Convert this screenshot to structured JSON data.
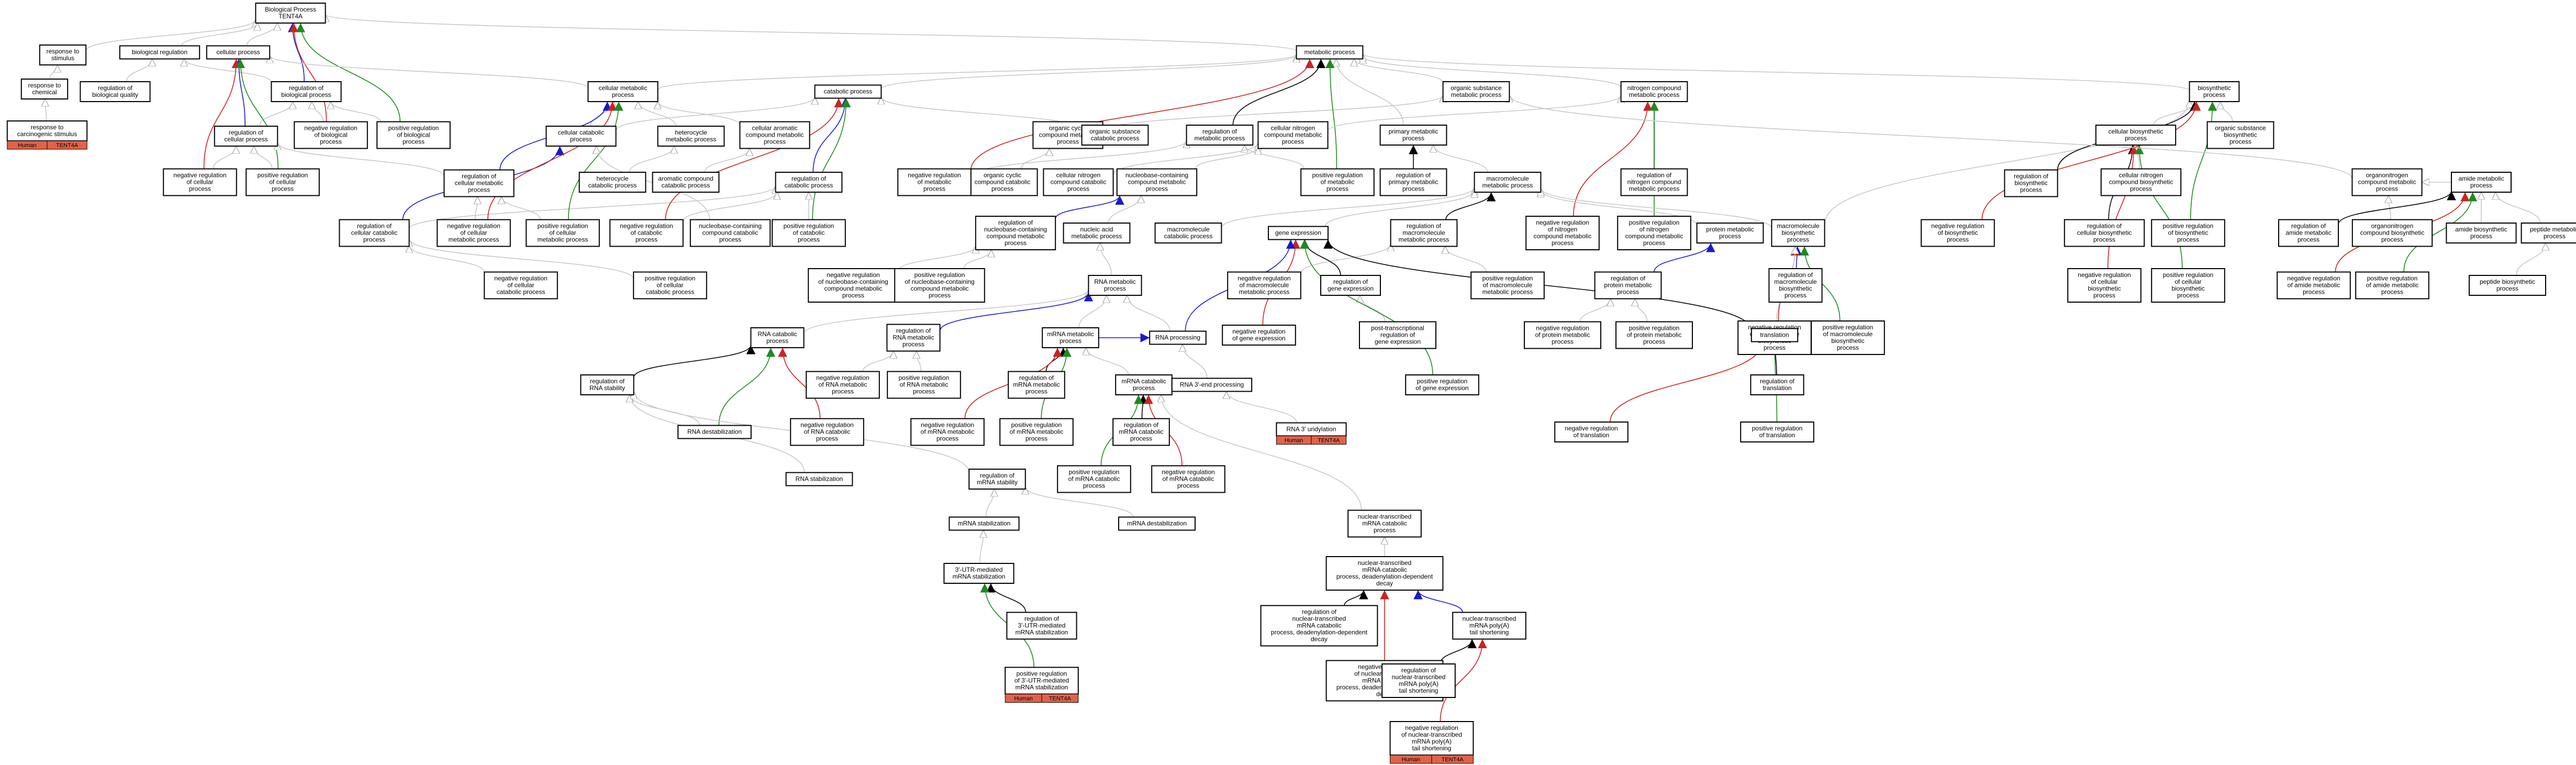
{
  "colors": {
    "is_a": "#c8c8c8",
    "part_of": "#000000",
    "positively_regulates": "#1f8a1f",
    "negatively_regulates": "#cc2222",
    "regulates": "#1a1acc",
    "species_tag": "#e2624a"
  },
  "tags": [
    "Human",
    "TENT4A"
  ],
  "nodes": {
    "bp": "Biological Process\nTENT4A",
    "resp_stim": "response to\nstimulus",
    "bio_reg": "biological regulation",
    "cell_proc": "cellular process",
    "resp_chem": "response to\nchemical",
    "reg_bio_qual": "regulation of\nbiological quality",
    "reg_cell_proc": "regulation of\ncellular process",
    "reg_bio_proc": "regulation of\nbiological process",
    "neg_reg_bio_proc": "negative regulation\nof biological\nprocess",
    "pos_reg_bio_proc": "positive regulation\nof biological\nprocess",
    "resp_carc": "response to\ncarcinogenic stimulus",
    "neg_reg_cell_proc": "negative regulation\nof cellular\nprocess",
    "pos_reg_cell_proc": "positive regulation\nof cellular\nprocess",
    "cell_met": "cellular metabolic\nprocess",
    "catab": "catabolic process",
    "cell_catab": "cellular catabolic\nprocess",
    "hetero_met": "heterocycle\nmetabolic process",
    "arom_met": "cellular aromatic\ncompound metabolic\nprocess",
    "reg_cell_met": "regulation of\ncellular metabolic\nprocess",
    "hetero_catab": "heterocycle\ncatabolic process",
    "arom_catab": "aromatic compound\ncatabolic process",
    "reg_catab": "regulation of\ncatabolic process",
    "reg_cell_catab": "regulation of\ncellular catabolic\nprocess",
    "neg_reg_cell_met": "negative regulation\nof cellular\nmetabolic process",
    "pos_reg_cell_met": "positive regulation\nof cellular\nmetabolic process",
    "neg_reg_catab": "negative regulation\nof catabolic\nprocess",
    "nuc_catab": "nucleobase-containing\ncompound catabolic\nprocess",
    "pos_reg_catab": "positive regulation\nof catabolic\nprocess",
    "neg_reg_cell_catab": "negative regulation\nof cellular\ncatabolic process",
    "pos_reg_cell_catab": "positive regulation\nof cellular\ncatabolic process",
    "met": "metabolic process",
    "org_cyc_met": "organic cyclic\ncompound metabolic\nprocess",
    "org_sub_catab": "organic substance\ncatabolic process",
    "org_cyc_catab": "organic cyclic\ncompound catabolic\nprocess",
    "neg_reg_met": "negative regulation\nof metabolic\nprocess",
    "cell_n_catab": "cellular nitrogen\ncompound catabolic\nprocess",
    "reg_met": "regulation of\nmetabolic process",
    "cell_n_met": "cellular nitrogen\ncompound metabolic\nprocess",
    "nuc_met": "nucleobase-containing\ncompound metabolic\nprocess",
    "reg_nuc_met": "regulation of\nnucleobase-containing\ncompound metabolic\nprocess",
    "na_met": "nucleic acid\nmetabolic process",
    "neg_reg_nuc_met": "negative regulation\nof nucleobase-containing\ncompound metabolic\nprocess",
    "pos_reg_nuc_met": "positive regulation\nof nucleobase-containing\ncompound metabolic\nprocess",
    "org_sub_met": "organic substance\nmetabolic process",
    "prim_met": "primary metabolic\nprocess",
    "pos_reg_met": "positive regulation\nof metabolic\nprocess",
    "reg_prim_met": "regulation of\nprimary metabolic\nprocess",
    "macro_met": "macromolecule\nmetabolic process",
    "macro_catab": "macromolecule\ncatabolic process",
    "reg_macro_met": "regulation of\nmacromolecule\nmetabolic process",
    "gene_expr": "gene expression",
    "neg_reg_macro_met": "negative regulation\nof macromolecule\nmetabolic process",
    "reg_gene_expr": "regulation of\ngene expression",
    "pos_reg_macro_met": "positive regulation\nof macromolecule\nmetabolic process",
    "n_met": "nitrogen compound\nmetabolic process",
    "reg_n_met": "regulation of\nnitrogen compound\nmetabolic process",
    "neg_reg_n_met": "negative regulation\nof nitrogen\ncompound metabolic\nprocess",
    "pos_reg_n_met": "positive regulation\nof nitrogen\ncompound metabolic\nprocess",
    "reg_prot_met": "regulation of\nprotein metabolic\nprocess",
    "neg_reg_prot_met": "negative regulation\nof protein metabolic\nprocess",
    "pos_reg_prot_met": "positive regulation\nof protein metabolic\nprocess",
    "prot_met": "protein metabolic\nprocess",
    "macro_bios": "macromolecule\nbiosynthetic\nprocess",
    "reg_macro_bios": "regulation of\nmacromolecule\nbiosynthetic\nprocess",
    "neg_reg_macro_bios": "negative regulation\nof macromolecule\nbiosynthetic\nprocess",
    "pos_reg_macro_bios": "positive regulation\nof macromolecule\nbiosynthetic\nprocess",
    "translation": "translation",
    "reg_translation": "regulation of\ntranslation",
    "neg_reg_translation": "negative regulation\nof translation",
    "pos_reg_translation": "positive regulation\nof translation",
    "post_tx_reg": "post-transcriptional\nregulation of\ngene expression",
    "neg_reg_gene_expr": "negative regulation\nof gene expression",
    "pos_reg_gene_expr": "positive regulation\nof gene expression",
    "bios": "biosynthetic\nprocess",
    "cell_bios": "cellular biosynthetic\nprocess",
    "org_sub_bios": "organic substance\nbiosynthetic\nprocess",
    "reg_bios": "regulation of\nbiosynthetic\nprocess",
    "cell_n_bios": "cellular nitrogen\ncompound biosynthetic\nprocess",
    "orgN_met": "organonitrogen\ncompound metabolic\nprocess",
    "neg_reg_bios": "negative regulation\nof biosynthetic\nprocess",
    "reg_cell_bios": "regulation of\ncellular biosynthetic\nprocess",
    "pos_reg_bios": "positive regulation\nof biosynthetic\nprocess",
    "neg_reg_cell_bios": "negative regulation\nof cellular\nbiosynthetic\nprocess",
    "pos_reg_cell_bios": "positive regulation\nof cellular\nbiosynthetic\nprocess",
    "reg_amide_met": "regulation of\namide metabolic\nprocess",
    "orgN_bios": "organonitrogen\ncompound biosynthetic\nprocess",
    "amide_met": "amide metabolic\nprocess",
    "amide_bios": "amide biosynthetic\nprocess",
    "peptide_met": "peptide metabolic\nprocess",
    "neg_reg_amide_met": "negative regulation\nof amide metabolic\nprocess",
    "pos_reg_amide_met": "positive regulation\nof amide metabolic\nprocess",
    "peptide_bios": "peptide biosynthetic\nprocess",
    "rna_met": "RNA metabolic\nprocess",
    "rna_catab": "RNA catabolic\nprocess",
    "reg_rna_stab": "regulation of\nRNA stability",
    "reg_rna_met": "regulation of\nRNA metabolic\nprocess",
    "rna_destab": "RNA destabilization",
    "rna_stab": "RNA stabilization",
    "neg_reg_rna_met": "negative regulation\nof RNA metabolic\nprocess",
    "pos_reg_rna_met": "positive regulation\nof RNA metabolic\nprocess",
    "neg_reg_rna_catab": "negative regulation\nof RNA catabolic\nprocess",
    "rna_processing": "RNA processing",
    "mrna_met": "mRNA metabolic\nprocess",
    "reg_mrna_met": "regulation of\nmRNA metabolic\nprocess",
    "neg_reg_mrna_met": "negative regulation\nof mRNA metabolic\nprocess",
    "pos_reg_mrna_met": "positive regulation\nof mRNA metabolic\nprocess",
    "reg_mrna_stab": "regulation of\nmRNA stability",
    "mrna_stab": "mRNA stabilization",
    "mrna_destab": "mRNA destabilization",
    "mrna_catab": "mRNA catabolic\nprocess",
    "reg_mrna_catab": "regulation of\nmRNA catabolic\nprocess",
    "pos_reg_mrna_catab": "positive regulation\nof mRNA catabolic\nprocess",
    "neg_reg_mrna_catab": "negative regulation\nof mRNA catabolic\nprocess",
    "rna_3end": "RNA 3'-end processing",
    "rna_3_uridyl": "RNA 3' uridylation",
    "utr_stab": "3'-UTR-mediated\nmRNA stabilization",
    "reg_utr_stab": "regulation of\n3'-UTR-mediated\nmRNA stabilization",
    "pos_reg_utr_stab": "positive regulation\nof 3'-UTR-mediated\nmRNA stabilization",
    "nt_mrna_catab": "nuclear-transcribed\nmRNA catabolic\nprocess",
    "deadenyl_decay": "nuclear-transcribed\nmRNA catabolic\nprocess, deadenylation-dependent\ndecay",
    "reg_deadenyl_decay": "regulation of\nnuclear-transcribed\nmRNA catabolic\nprocess, deadenylation-dependent\ndecay",
    "neg_reg_deadenyl_decay": "negative regulation\nof nuclear-transcribed\nmRNA catabolic\nprocess, deadenylation-dependent\ndecay",
    "polyA_short": "nuclear-transcribed\nmRNA poly(A)\ntail shortening",
    "reg_polyA_short": "regulation of\nnuclear-transcribed\nmRNA poly(A)\ntail shortening",
    "neg_reg_polyA_short": "negative regulation\nof nuclear-transcribed\nmRNA poly(A)\ntail shortening"
  },
  "edges": [
    [
      "resp_stim",
      "bp",
      "is_a"
    ],
    [
      "bio_reg",
      "bp",
      "is_a"
    ],
    [
      "cell_proc",
      "bp",
      "is_a"
    ],
    [
      "met",
      "bp",
      "is_a"
    ],
    [
      "resp_chem",
      "resp_stim",
      "is_a"
    ],
    [
      "resp_carc",
      "resp_chem",
      "is_a"
    ],
    [
      "reg_bio_qual",
      "bio_reg",
      "is_a"
    ],
    [
      "reg_bio_proc",
      "bio_reg",
      "is_a"
    ],
    [
      "reg_bio_proc",
      "bp",
      "regulates"
    ],
    [
      "neg_reg_bio_proc",
      "reg_bio_proc",
      "is_a"
    ],
    [
      "pos_reg_bio_proc",
      "reg_bio_proc",
      "is_a"
    ],
    [
      "neg_reg_bio_proc",
      "bp",
      "negatively_regulates"
    ],
    [
      "pos_reg_bio_proc",
      "bp",
      "positively_regulates"
    ],
    [
      "reg_cell_proc",
      "reg_bio_proc",
      "is_a"
    ],
    [
      "reg_cell_proc",
      "cell_proc",
      "regulates"
    ],
    [
      "neg_reg_cell_proc",
      "reg_cell_proc",
      "is_a"
    ],
    [
      "neg_reg_cell_proc",
      "cell_proc",
      "negatively_regulates"
    ],
    [
      "pos_reg_cell_proc",
      "reg_cell_proc",
      "is_a"
    ],
    [
      "pos_reg_cell_proc",
      "cell_proc",
      "positively_regulates"
    ],
    [
      "cell_met",
      "cell_proc",
      "is_a"
    ],
    [
      "cell_met",
      "met",
      "is_a"
    ],
    [
      "catab",
      "met",
      "is_a"
    ],
    [
      "cell_catab",
      "cell_met",
      "is_a"
    ],
    [
      "cell_catab",
      "catab",
      "is_a"
    ],
    [
      "hetero_met",
      "cell_met",
      "is_a"
    ],
    [
      "arom_met",
      "cell_met",
      "is_a"
    ],
    [
      "reg_cell_met",
      "reg_cell_proc",
      "is_a"
    ],
    [
      "reg_cell_met",
      "cell_met",
      "regulates"
    ],
    [
      "hetero_catab",
      "hetero_met",
      "is_a"
    ],
    [
      "arom_catab",
      "arom_met",
      "is_a"
    ],
    [
      "reg_catab",
      "catab",
      "regulates"
    ],
    [
      "reg_cell_catab",
      "cell_catab",
      "regulates"
    ],
    [
      "reg_cell_catab",
      "reg_catab",
      "is_a"
    ],
    [
      "neg_reg_cell_met",
      "reg_cell_met",
      "is_a"
    ],
    [
      "neg_reg_cell_met",
      "cell_met",
      "negatively_regulates"
    ],
    [
      "pos_reg_cell_met",
      "reg_cell_met",
      "is_a"
    ],
    [
      "pos_reg_cell_met",
      "cell_met",
      "positively_regulates"
    ],
    [
      "neg_reg_catab",
      "reg_catab",
      "is_a"
    ],
    [
      "neg_reg_catab",
      "catab",
      "negatively_regulates"
    ],
    [
      "pos_reg_catab",
      "reg_catab",
      "is_a"
    ],
    [
      "pos_reg_catab",
      "catab",
      "positively_regulates"
    ],
    [
      "neg_reg_cell_catab",
      "reg_cell_catab",
      "is_a"
    ],
    [
      "pos_reg_cell_catab",
      "reg_cell_catab",
      "is_a"
    ],
    [
      "nuc_catab",
      "cell_catab",
      "is_a"
    ],
    [
      "org_sub_met",
      "met",
      "is_a"
    ],
    [
      "prim_met",
      "met",
      "is_a"
    ],
    [
      "n_met",
      "met",
      "is_a"
    ],
    [
      "bios",
      "met",
      "is_a"
    ],
    [
      "org_cyc_met",
      "org_sub_met",
      "is_a"
    ],
    [
      "org_sub_catab",
      "catab",
      "is_a"
    ],
    [
      "org_cyc_catab",
      "org_cyc_met",
      "is_a"
    ],
    [
      "reg_met",
      "met",
      "part_of"
    ],
    [
      "neg_reg_met",
      "reg_met",
      "is_a"
    ],
    [
      "neg_reg_met",
      "met",
      "negatively_regulates"
    ],
    [
      "pos_reg_met",
      "reg_met",
      "is_a"
    ],
    [
      "pos_reg_met",
      "met",
      "positively_regulates"
    ],
    [
      "cell_n_met",
      "n_met",
      "is_a"
    ],
    [
      "cell_n_catab",
      "cell_n_met",
      "is_a"
    ],
    [
      "nuc_met",
      "cell_n_met",
      "is_a"
    ],
    [
      "reg_nuc_met",
      "nuc_met",
      "regulates"
    ],
    [
      "neg_reg_nuc_met",
      "reg_nuc_met",
      "is_a"
    ],
    [
      "pos_reg_nuc_met",
      "reg_nuc_met",
      "is_a"
    ],
    [
      "na_met",
      "nuc_met",
      "is_a"
    ],
    [
      "reg_prim_met",
      "prim_met",
      "part_of"
    ],
    [
      "macro_met",
      "prim_met",
      "is_a"
    ],
    [
      "macro_catab",
      "macro_met",
      "is_a"
    ],
    [
      "reg_macro_met",
      "macro_met",
      "part_of"
    ],
    [
      "neg_reg_macro_met",
      "reg_macro_met",
      "is_a"
    ],
    [
      "pos_reg_macro_met",
      "reg_macro_met",
      "is_a"
    ],
    [
      "gene_expr",
      "macro_met",
      "is_a"
    ],
    [
      "reg_gene_expr",
      "gene_expr",
      "part_of"
    ],
    [
      "reg_n_met",
      "n_met",
      "part_of"
    ],
    [
      "neg_reg_n_met",
      "n_met",
      "negatively_regulates"
    ],
    [
      "pos_reg_n_met",
      "n_met",
      "positively_regulates"
    ],
    [
      "prot_met",
      "macro_met",
      "is_a"
    ],
    [
      "reg_prot_met",
      "prot_met",
      "regulates"
    ],
    [
      "neg_reg_prot_met",
      "reg_prot_met",
      "is_a"
    ],
    [
      "pos_reg_prot_met",
      "reg_prot_met",
      "is_a"
    ],
    [
      "macro_bios",
      "macro_met",
      "is_a"
    ],
    [
      "macro_bios",
      "bios",
      "is_a"
    ],
    [
      "reg_macro_bios",
      "macro_bios",
      "regulates"
    ],
    [
      "neg_reg_macro_bios",
      "macro_bios",
      "negatively_regulates"
    ],
    [
      "pos_reg_macro_bios",
      "macro_bios",
      "positively_regulates"
    ],
    [
      "translation",
      "macro_bios",
      "is_a"
    ],
    [
      "translation",
      "gene_expr",
      "part_of"
    ],
    [
      "reg_translation",
      "translation",
      "part_of"
    ],
    [
      "neg_reg_translation",
      "translation",
      "negatively_regulates"
    ],
    [
      "pos_reg_translation",
      "translation",
      "positively_regulates"
    ],
    [
      "post_tx_reg",
      "reg_gene_expr",
      "is_a"
    ],
    [
      "neg_reg_gene_expr",
      "gene_expr",
      "negatively_regulates"
    ],
    [
      "pos_reg_gene_expr",
      "gene_expr",
      "positively_regulates"
    ],
    [
      "cell_bios",
      "bios",
      "is_a"
    ],
    [
      "org_sub_bios",
      "bios",
      "is_a"
    ],
    [
      "reg_bios",
      "bios",
      "part_of"
    ],
    [
      "cell_n_bios",
      "cell_bios",
      "is_a"
    ],
    [
      "neg_reg_bios",
      "bios",
      "negatively_regulates"
    ],
    [
      "pos_reg_bios",
      "bios",
      "positively_regulates"
    ],
    [
      "reg_cell_bios",
      "cell_bios",
      "part_of"
    ],
    [
      "neg_reg_cell_bios",
      "cell_bios",
      "negatively_regulates"
    ],
    [
      "pos_reg_cell_bios",
      "cell_bios",
      "positively_regulates"
    ],
    [
      "orgN_met",
      "org_sub_met",
      "is_a"
    ],
    [
      "orgN_bios",
      "orgN_met",
      "is_a"
    ],
    [
      "amide_met",
      "orgN_met",
      "is_a"
    ],
    [
      "reg_amide_met",
      "amide_met",
      "part_of"
    ],
    [
      "neg_reg_amide_met",
      "amide_met",
      "negatively_regulates"
    ],
    [
      "pos_reg_amide_met",
      "amide_met",
      "positively_regulates"
    ],
    [
      "amide_bios",
      "amide_met",
      "is_a"
    ],
    [
      "peptide_met",
      "amide_met",
      "is_a"
    ],
    [
      "peptide_bios",
      "peptide_met",
      "is_a"
    ],
    [
      "rna_met",
      "na_met",
      "is_a"
    ],
    [
      "rna_catab",
      "rna_met",
      "is_a"
    ],
    [
      "reg_rna_met",
      "rna_met",
      "regulates"
    ],
    [
      "reg_rna_stab",
      "rna_catab",
      "part_of"
    ],
    [
      "rna_destab",
      "reg_rna_stab",
      "is_a"
    ],
    [
      "rna_destab",
      "rna_catab",
      "positively_regulates"
    ],
    [
      "rna_stab",
      "reg_rna_stab",
      "is_a"
    ],
    [
      "neg_reg_rna_met",
      "reg_rna_met",
      "is_a"
    ],
    [
      "pos_reg_rna_met",
      "reg_rna_met",
      "is_a"
    ],
    [
      "neg_reg_rna_catab",
      "rna_catab",
      "negatively_regulates"
    ],
    [
      "rna_processing",
      "rna_met",
      "is_a"
    ],
    [
      "rna_processing",
      "gene_expr",
      "regulates"
    ],
    [
      "mrna_met",
      "rna_met",
      "is_a"
    ],
    [
      "mrna_met",
      "rna_processing",
      "regulates"
    ],
    [
      "reg_mrna_met",
      "mrna_met",
      "part_of"
    ],
    [
      "neg_reg_mrna_met",
      "mrna_met",
      "negatively_regulates"
    ],
    [
      "pos_reg_mrna_met",
      "mrna_met",
      "positively_regulates"
    ],
    [
      "mrna_catab",
      "mrna_met",
      "is_a"
    ],
    [
      "reg_mrna_catab",
      "mrna_catab",
      "part_of"
    ],
    [
      "pos_reg_mrna_catab",
      "mrna_catab",
      "positively_regulates"
    ],
    [
      "neg_reg_mrna_catab",
      "mrna_catab",
      "negatively_regulates"
    ],
    [
      "reg_mrna_stab",
      "reg_rna_stab",
      "is_a"
    ],
    [
      "mrna_stab",
      "reg_mrna_stab",
      "is_a"
    ],
    [
      "mrna_destab",
      "reg_mrna_stab",
      "is_a"
    ],
    [
      "rna_3end",
      "rna_processing",
      "is_a"
    ],
    [
      "rna_3_uridyl",
      "rna_3end",
      "is_a"
    ],
    [
      "utr_stab",
      "mrna_stab",
      "is_a"
    ],
    [
      "reg_utr_stab",
      "utr_stab",
      "part_of"
    ],
    [
      "pos_reg_utr_stab",
      "utr_stab",
      "positively_regulates"
    ],
    [
      "nt_mrna_catab",
      "mrna_catab",
      "is_a"
    ],
    [
      "deadenyl_decay",
      "nt_mrna_catab",
      "is_a"
    ],
    [
      "reg_deadenyl_decay",
      "deadenyl_decay",
      "part_of"
    ],
    [
      "neg_reg_deadenyl_decay",
      "deadenyl_decay",
      "negatively_regulates"
    ],
    [
      "polyA_short",
      "deadenyl_decay",
      "regulates"
    ],
    [
      "reg_polyA_short",
      "polyA_short",
      "part_of"
    ],
    [
      "neg_reg_polyA_short",
      "polyA_short",
      "negatively_regulates"
    ]
  ]
}
